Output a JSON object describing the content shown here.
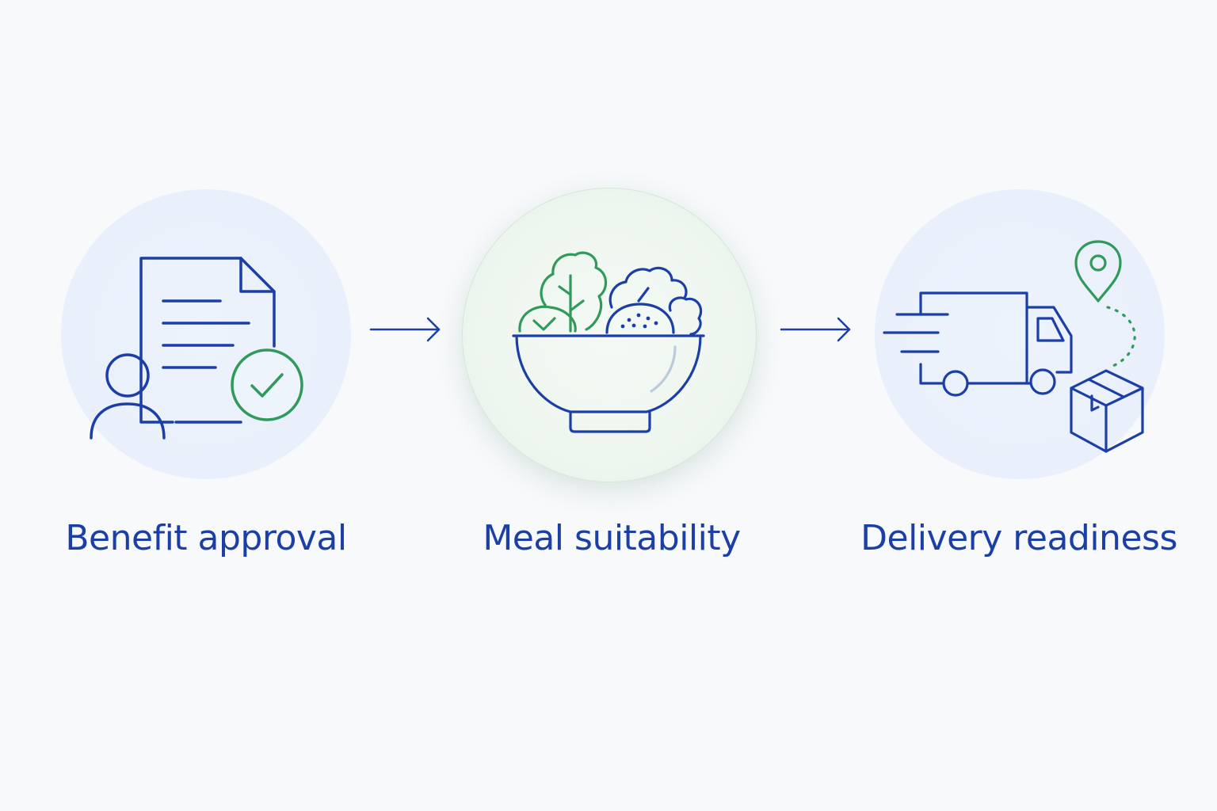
{
  "colors": {
    "primary_blue": "#1b3fa6",
    "accent_green": "#2f9a5a",
    "background": "#f7f9fb"
  },
  "steps": [
    {
      "label": "Benefit approval",
      "icon": "document-person-check-icon"
    },
    {
      "label": "Meal suitability",
      "icon": "salad-bowl-icon"
    },
    {
      "label": "Delivery readiness",
      "icon": "delivery-truck-package-icon"
    }
  ],
  "connectors": [
    {
      "icon": "arrow-right-icon"
    },
    {
      "icon": "arrow-right-icon"
    }
  ]
}
